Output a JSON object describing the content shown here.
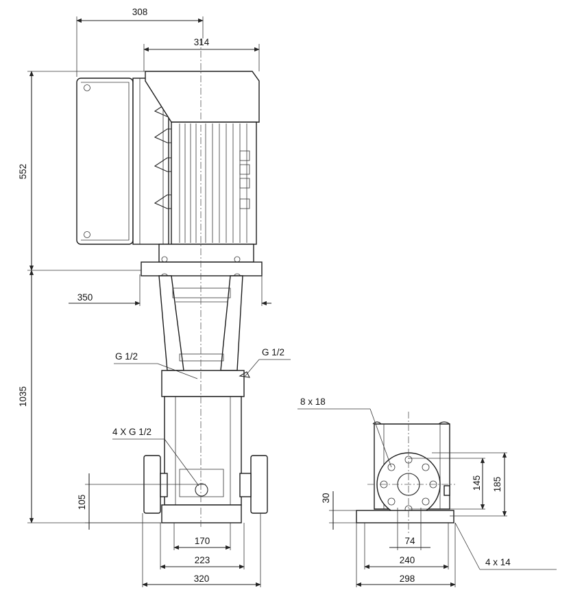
{
  "drawing": {
    "front_view": {
      "dimensions": {
        "top_width_1": "308",
        "top_width_2": "314",
        "motor_height": "552",
        "pump_height": "1035",
        "flange_span": "350",
        "port_height": "105",
        "base_inner": "170",
        "base_middle": "223",
        "base_outer": "320"
      },
      "callouts": {
        "drain_left": "G 1/2",
        "drain_right": "G 1/2",
        "gauge_ports": "4 X G 1/2"
      }
    },
    "side_view": {
      "dimensions": {
        "bolt_circle_inner": "145",
        "bolt_circle_outer": "185",
        "base_thickness": "30",
        "offset": "74",
        "base_width_1": "240",
        "base_width_2": "298"
      },
      "callouts": {
        "flange_holes": "8 x 18",
        "base_holes": "4 x 14"
      }
    }
  }
}
